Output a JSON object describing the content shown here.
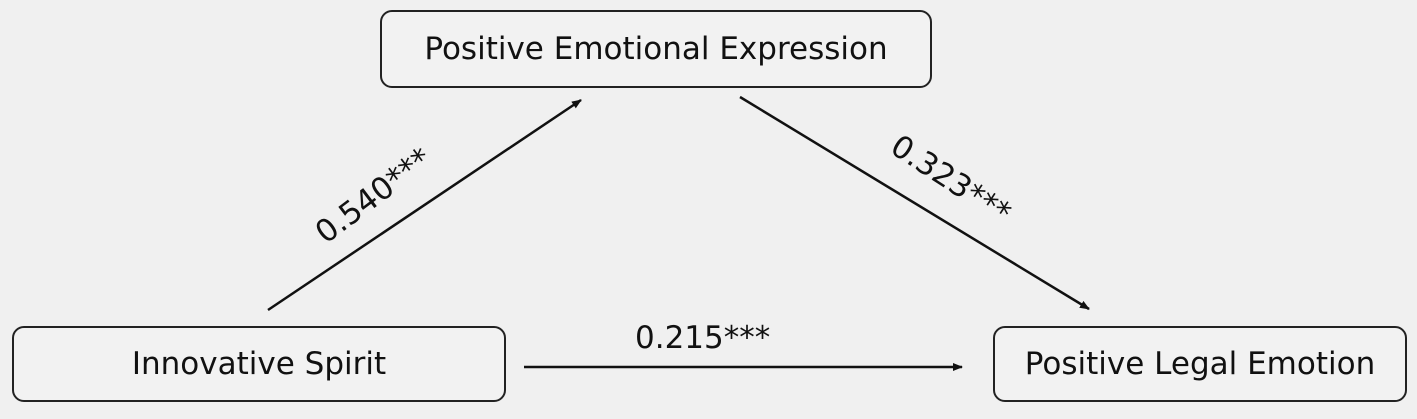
{
  "nodes": {
    "mediator": "Positive Emotional Expression",
    "predictor": "Innovative Spirit",
    "outcome": "Positive Legal Emotion"
  },
  "paths": {
    "a": "0.540***",
    "b": "0.323***",
    "c": "0.215***"
  },
  "colors": {
    "background": "#f0f0f0",
    "stroke": "#222222",
    "text": "#111111"
  }
}
